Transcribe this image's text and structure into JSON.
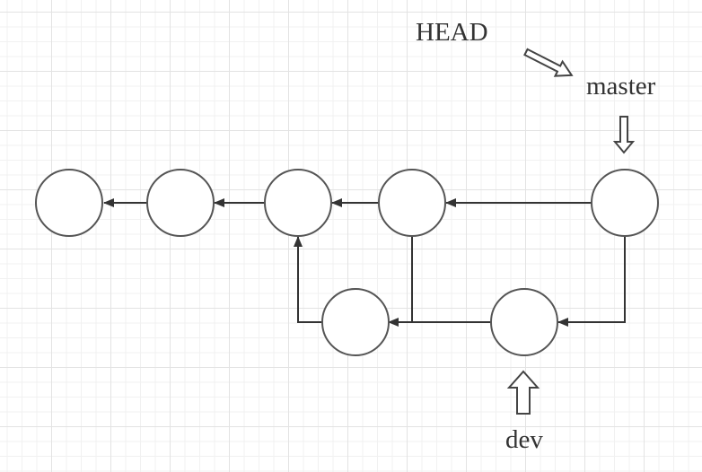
{
  "labels": {
    "head": "HEAD",
    "master": "master",
    "dev": "dev"
  },
  "colors": {
    "node_stroke": "#555555",
    "edge": "#333333",
    "grid": "#e3e3e3"
  }
}
